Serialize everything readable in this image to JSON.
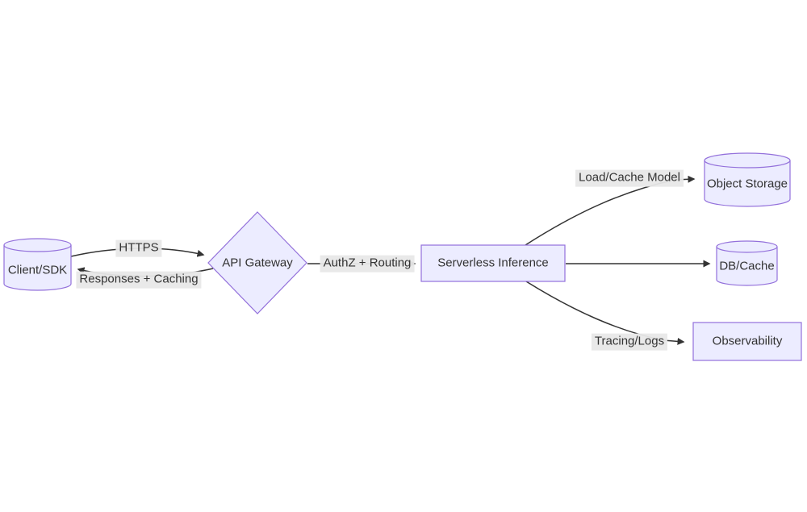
{
  "diagram": {
    "type": "flowchart-lr",
    "background": "#ffffff",
    "colors": {
      "node_fill": "#ECECFF",
      "node_border": "#9370DB",
      "edge_line": "#333333",
      "edge_label_bg": "#e8e8e8",
      "text": "#333333"
    },
    "nodes": [
      {
        "id": "client",
        "label": "Client/SDK",
        "shape": "cylinder"
      },
      {
        "id": "gateway",
        "label": "API Gateway",
        "shape": "diamond"
      },
      {
        "id": "inference",
        "label": "Serverless Inference",
        "shape": "rectangle"
      },
      {
        "id": "storage",
        "label": "Object Storage",
        "shape": "cylinder"
      },
      {
        "id": "db",
        "label": "DB/Cache",
        "shape": "cylinder"
      },
      {
        "id": "observability",
        "label": "Observability",
        "shape": "rectangle"
      }
    ],
    "edges": [
      {
        "from": "client",
        "to": "gateway",
        "label": "HTTPS"
      },
      {
        "from": "gateway",
        "to": "client",
        "label": "Responses + Caching"
      },
      {
        "from": "gateway",
        "to": "inference",
        "label": "AuthZ + Routing"
      },
      {
        "from": "inference",
        "to": "storage",
        "label": "Load/Cache Model"
      },
      {
        "from": "inference",
        "to": "db",
        "label": ""
      },
      {
        "from": "inference",
        "to": "observability",
        "label": "Tracing/Logs"
      }
    ]
  }
}
